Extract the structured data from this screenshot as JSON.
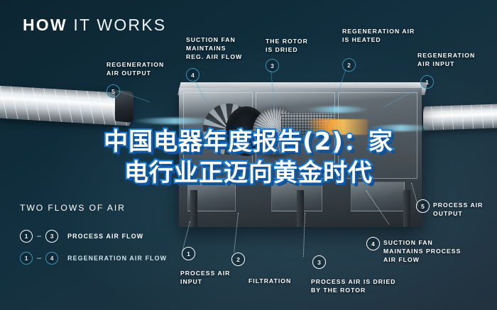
{
  "header": {
    "title_bold": "HOW",
    "title_light": "IT WORKS"
  },
  "overlay_title": {
    "line1": "中国电器年度报告(2)：家",
    "line2": "电行业正迈向黄金时代"
  },
  "callouts": [
    {
      "id": "regeneration-air-output",
      "number": "5",
      "style": "teal",
      "lines": [
        "REGENERATION",
        "AIR OUTPUT"
      ]
    },
    {
      "id": "suction-fan-reg",
      "number": "4",
      "style": "teal",
      "lines": [
        "SUCTION FAN",
        "MAINTAINS",
        "REG. AIR FLOW"
      ]
    },
    {
      "id": "rotor-is-dried",
      "number": "3",
      "style": "teal",
      "lines": [
        "THE ROTOR",
        "IS DRIED"
      ]
    },
    {
      "id": "regeneration-air-heated",
      "number": "2",
      "style": "teal",
      "lines": [
        "REGENERATION AIR",
        "IS HEATED"
      ]
    },
    {
      "id": "regeneration-air-input",
      "number": "1",
      "style": "teal",
      "lines": [
        "REGENERATION",
        "AIR INPUT"
      ]
    },
    {
      "id": "process-air-input",
      "number": "1",
      "style": "white",
      "lines": [
        "PROCESS AIR",
        "INPUT"
      ]
    },
    {
      "id": "filtration",
      "number": "2",
      "style": "white",
      "lines": [
        "FILTRATION"
      ]
    },
    {
      "id": "process-air-dried",
      "number": "3",
      "style": "white",
      "lines": [
        "PROCESS AIR IS DRIED",
        "BY THE ROTOR"
      ]
    },
    {
      "id": "suction-fan-process",
      "number": "4",
      "style": "white",
      "lines": [
        "SUCTION FAN",
        "MAINTAINS PROCESS",
        "AIR FLOW"
      ]
    },
    {
      "id": "process-air-output",
      "number": "5",
      "style": "white",
      "lines": [
        "PROCESS AIR",
        "OUTPUT"
      ]
    }
  ],
  "legend": {
    "title": "TWO FLOWS OF AIR",
    "rows": [
      {
        "from": "1",
        "dash": "–",
        "to": "3",
        "label": "PROCESS AIR FLOW",
        "style": "white"
      },
      {
        "from": "1",
        "dash": "–",
        "to": "4",
        "label": "REGENERATION AIR FLOW",
        "style": "teal"
      }
    ]
  },
  "colors": {
    "background_dark": "#0c2531",
    "background_slate": "#22323f",
    "accent_teal": "#3f93b5",
    "title_outline_blue": "#1c7fd6",
    "text_white": "#ffffff"
  }
}
